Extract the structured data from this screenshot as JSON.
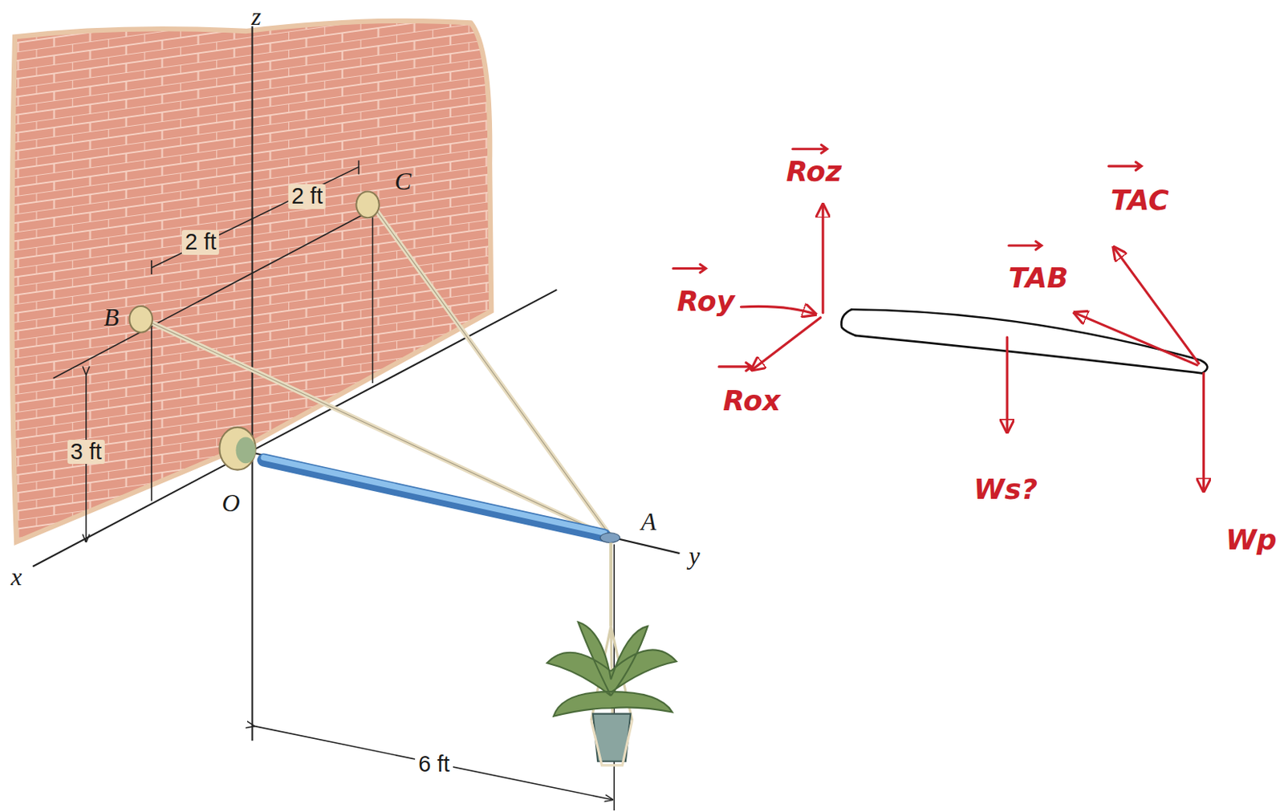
{
  "diagram": {
    "labels": [
      "z",
      "2 ft",
      "C",
      "2 ft",
      "B",
      "3 ft",
      "O",
      "A",
      "x",
      "y",
      "6 ft",
      "Roz",
      "Roy",
      "Rox",
      "TAB",
      "TAC",
      "Ws?",
      "Wp"
    ]
  }
}
